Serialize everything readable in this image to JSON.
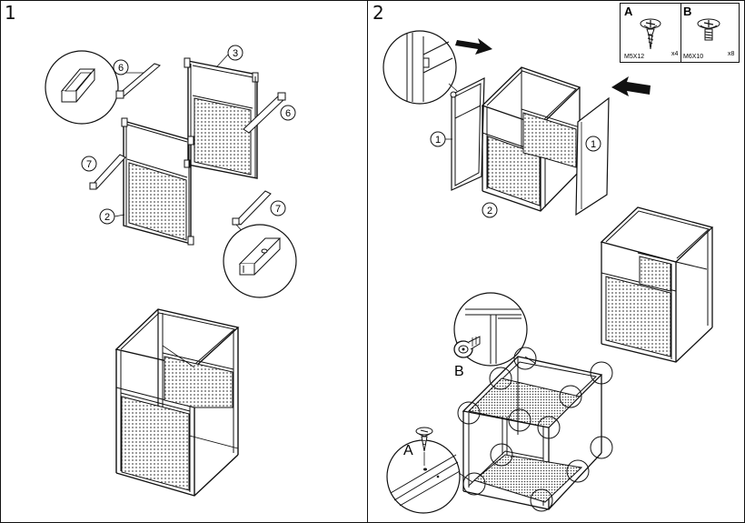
{
  "steps": [
    {
      "number": "1"
    },
    {
      "number": "2"
    }
  ],
  "hardware": [
    {
      "letter": "A",
      "spec": "M5X12",
      "qty": "x4"
    },
    {
      "letter": "B",
      "spec": "M6X10",
      "qty": "x8"
    }
  ],
  "part_callouts": {
    "p6a": "6",
    "p3": "3",
    "p6b": "6",
    "p7a": "7",
    "p2a": "2",
    "p7b": "7",
    "p1a": "1",
    "p1b": "1",
    "p2b": "2"
  },
  "detail_labels": {
    "b": "B",
    "a": "A"
  }
}
